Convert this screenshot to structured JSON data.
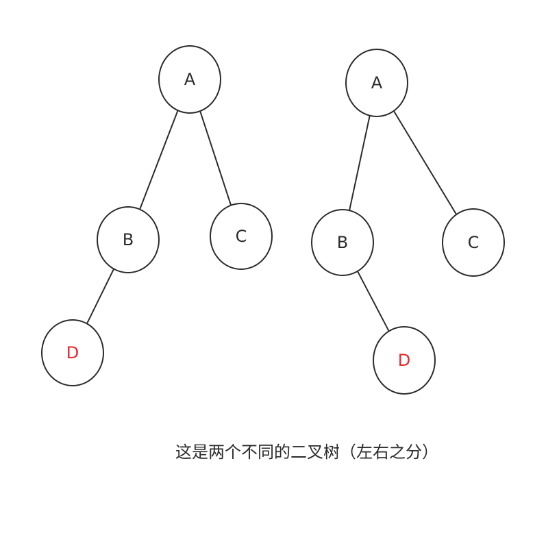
{
  "colors": {
    "stroke": "#2b2b2b",
    "text": "#2b2b2b",
    "highlight": "#e8282b"
  },
  "trees": [
    {
      "nodes": {
        "A": {
          "label": "A",
          "highlight": false
        },
        "B": {
          "label": "B",
          "highlight": false
        },
        "C": {
          "label": "C",
          "highlight": false
        },
        "D": {
          "label": "D",
          "highlight": true
        }
      },
      "edges": [
        [
          "A",
          "B"
        ],
        [
          "A",
          "C"
        ],
        [
          "B",
          "D"
        ]
      ]
    },
    {
      "nodes": {
        "A": {
          "label": "A",
          "highlight": false
        },
        "B": {
          "label": "B",
          "highlight": false
        },
        "C": {
          "label": "C",
          "highlight": false
        },
        "D": {
          "label": "D",
          "highlight": true
        }
      },
      "edges": [
        [
          "A",
          "B"
        ],
        [
          "A",
          "C"
        ],
        [
          "B",
          "D"
        ]
      ]
    }
  ],
  "caption": "这是两个不同的二叉树（左右之分）"
}
